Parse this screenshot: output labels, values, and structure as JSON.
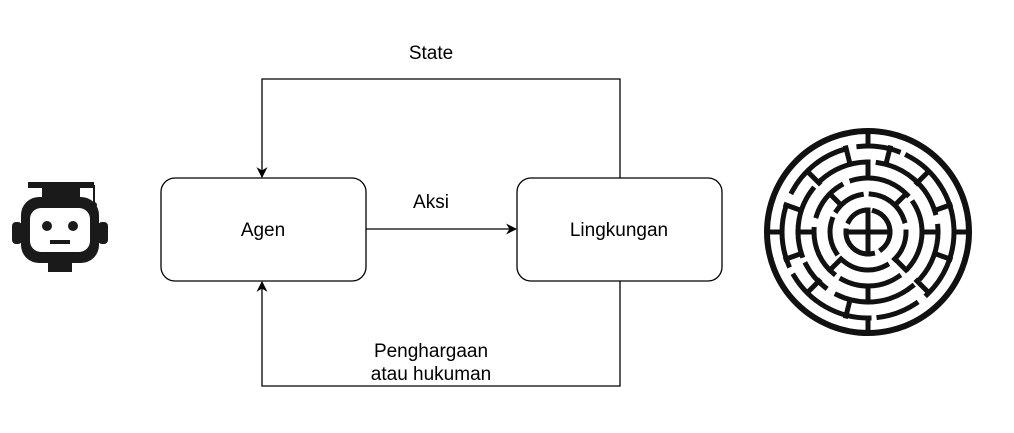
{
  "nodes": {
    "agent": {
      "label": "Agen"
    },
    "environment": {
      "label": "Lingkungan"
    }
  },
  "edges": {
    "state": {
      "label": "State"
    },
    "action": {
      "label": "Aksi"
    },
    "reward": {
      "line1": "Penghargaan",
      "line2": "atau hukuman"
    }
  },
  "icons": {
    "agent_icon": "robot-graduation-cap-icon",
    "environment_icon": "circular-maze-icon"
  },
  "colors": {
    "stroke": "#000000",
    "background": "#ffffff"
  }
}
